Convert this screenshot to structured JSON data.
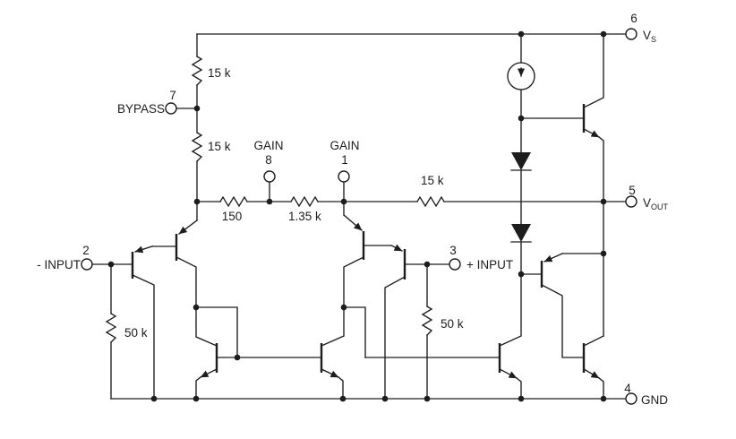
{
  "pins": {
    "vs": {
      "number": "6",
      "label": "V",
      "sub": "S"
    },
    "vout": {
      "number": "5",
      "label": "V",
      "sub": "OUT"
    },
    "gnd": {
      "number": "4",
      "label": "GND"
    },
    "bypass": {
      "number": "7",
      "label": "BYPASS"
    },
    "gain8": {
      "number": "8",
      "label": "GAIN"
    },
    "gain1": {
      "number": "1",
      "label": "GAIN"
    },
    "minus_input": {
      "number": "2",
      "label": "- INPUT"
    },
    "plus_input": {
      "number": "3",
      "label": "+ INPUT"
    }
  },
  "resistors": {
    "r15k_top": "15 k",
    "r15k_mid": "15 k",
    "r150": "150",
    "r1350": "1.35 k",
    "r15k_fb": "15 k",
    "r50k_neg": "50 k",
    "r50k_pos": "50 k"
  },
  "colors": {
    "wire": "#1d1d1d",
    "background": "#ffffff"
  }
}
